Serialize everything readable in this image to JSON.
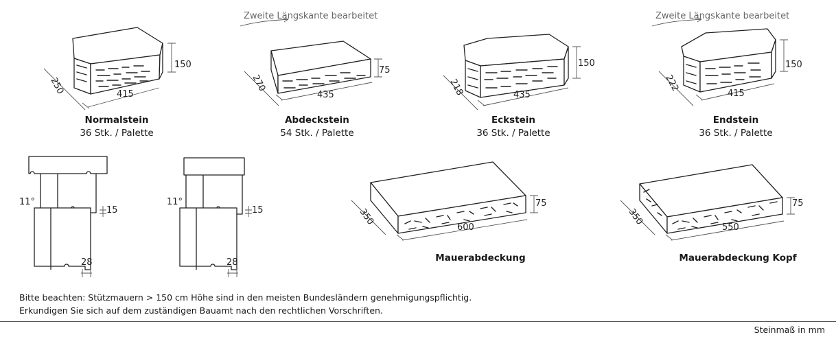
{
  "annotation": "Zweite Längskante bearbeitet",
  "products": [
    {
      "name": "Normalstein",
      "qty": "36 Stk. / Palette",
      "length": "415",
      "depth": "250",
      "height": "150"
    },
    {
      "name": "Abdeckstein",
      "qty": "54 Stk. / Palette",
      "length": "435",
      "depth": "270",
      "height": "75"
    },
    {
      "name": "Eckstein",
      "qty": "36 Stk. / Palette",
      "length": "435",
      "depth": "218",
      "height": "150"
    },
    {
      "name": "Endstein",
      "qty": "36 Stk. / Palette",
      "length": "415",
      "depth": "222",
      "height": "150"
    }
  ],
  "sections": [
    {
      "angle": "11°",
      "offset": "15",
      "step": "28"
    },
    {
      "angle": "11°",
      "offset": "15",
      "step": "28"
    }
  ],
  "covers": [
    {
      "name": "Mauerabdeckung",
      "length": "600",
      "depth": "350",
      "height": "75"
    },
    {
      "name": "Mauerabdeckung Kopf",
      "length": "550",
      "depth": "350",
      "height": "75"
    }
  ],
  "note_lines": [
    "Bitte beachten: Stützmauern > 150 cm Höhe sind in den meisten Bundesländern genehmigungspflichtig.",
    "Erkundigen Sie sich auf dem zuständigen Bauamt nach den rechtlichen Vorschriften."
  ],
  "unit_note": "Steinmaß in mm"
}
